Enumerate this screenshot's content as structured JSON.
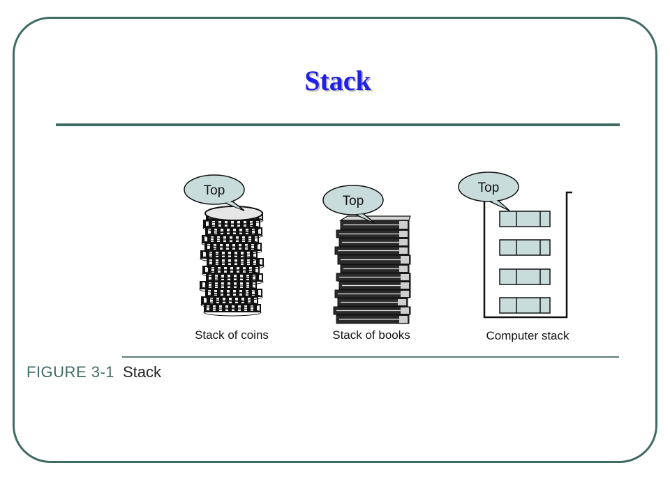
{
  "slide": {
    "title": "Stack"
  },
  "figure": {
    "number": "FIGURE 3-1",
    "caption": "Stack",
    "bubble_label": "Top",
    "items": [
      {
        "label": "Stack of coins",
        "bubble": "Top",
        "icon": "coin-stack-icon"
      },
      {
        "label": "Stack of books",
        "bubble": "Top",
        "icon": "book-stack-icon"
      },
      {
        "label": "Computer stack",
        "bubble": "Top",
        "icon": "computer-stack-icon"
      }
    ]
  },
  "colors": {
    "frame": "#3f6b64",
    "title": "#1f1fe8",
    "bubble_fill": "#c9dcdc",
    "cell_fill": "#c9dcdc"
  }
}
